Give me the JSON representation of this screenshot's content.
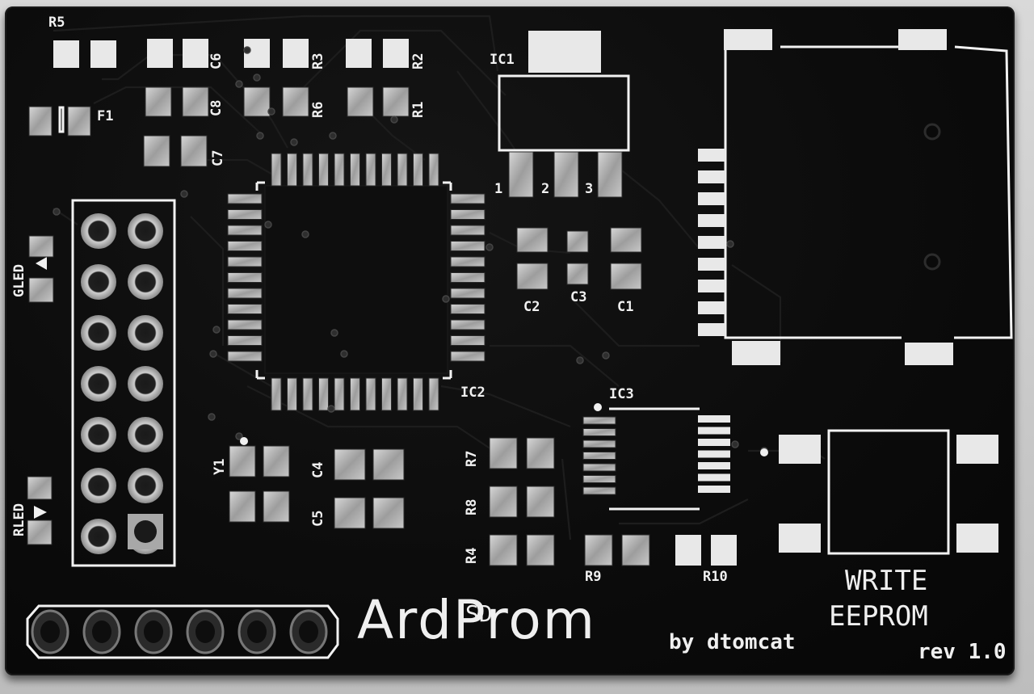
{
  "board": {
    "title": "ArdProm",
    "title_superscript": "SD",
    "byline": "by dtomcat",
    "write_label_line1": "WRITE",
    "write_label_line2": "EEPROM",
    "revision": "rev 1.0"
  },
  "silkscreen": {
    "r5": "R5",
    "f1": "F1",
    "c6": "C6",
    "c8": "C8",
    "c7": "C7",
    "r3": "R3",
    "r6": "R6",
    "r2": "R2",
    "r1": "R1",
    "ic1": "IC1",
    "ic2": "IC2",
    "ic3": "IC3",
    "pin1": "1",
    "pin2": "2",
    "pin3": "3",
    "c2": "C2",
    "c3": "C3",
    "c1": "C1",
    "gled": "GLED",
    "rled": "RLED",
    "y1": "Y1",
    "c4": "C4",
    "c5": "C5",
    "r7": "R7",
    "r8": "R8",
    "r4": "R4",
    "r9": "R9",
    "r10": "R10"
  },
  "colors": {
    "board": "#0c0c0c",
    "silkscreen": "#f0f0f0",
    "pad_metal": "#b9b9b9"
  }
}
